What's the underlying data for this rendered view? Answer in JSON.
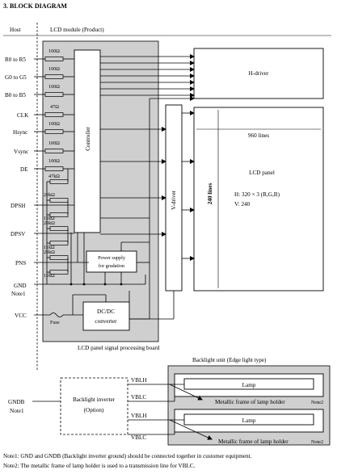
{
  "title": "3. BLOCK DIAGRAM",
  "header": {
    "host": "Host",
    "module": "LCD module (Product)"
  },
  "inputs": {
    "r": "R0 to R5",
    "g": "G0 to G5",
    "b": "B0 to B5",
    "clk": "CLK",
    "hsync": "Hsync",
    "vsync": "Vsync",
    "de": "DE",
    "dpsh": "DPSH",
    "dpsv": "DPSV",
    "pns": "PNS",
    "gnd": "GND",
    "note1": "Note1",
    "vcc": "VCC",
    "fuse": "Fuse"
  },
  "resistors": {
    "r100a": "100Ω",
    "r100b": "100Ω",
    "r100c": "100Ω",
    "r47a": "47Ω",
    "r100d": "100Ω",
    "r100e": "100Ω",
    "r100f": "100Ω",
    "r47k": "47kΩ",
    "r20ka": "20kΩ",
    "r11ka": "11kΩ",
    "r20kb": "20kΩ",
    "r11kb": "11kΩ",
    "r20kc": "20kΩ",
    "r11kc": "11kΩ"
  },
  "blocks": {
    "controller": "Controller",
    "power_line1": "Power supply",
    "power_line2": "for gradation",
    "dcdc_line1": "DC/DC",
    "dcdc_line2": "converter",
    "hdriver": "H-driver",
    "vdriver": "V-driver",
    "lines960": "960 lines",
    "lines240": "240 lines",
    "panel": "LCD panel",
    "panel_h": "H: 320 × 3 (R,G,B)",
    "panel_v": "V: 240",
    "board": "LCD panel signal processing board"
  },
  "backlight": {
    "unit": "Backlight unit (Edge light type)",
    "gndb": "GNDB",
    "note1": "Note1",
    "inverter_line1": "Backlight inverter",
    "inverter_line2": "(Option)",
    "vblh1": "VBLH",
    "vblc1": "VBLC",
    "vblh2": "VBLH",
    "vblc2": "VBLC",
    "lamp1": "Lamp",
    "lamp2": "Lamp",
    "frame1": "Metallic frame of lamp holder",
    "frame2": "Metallic frame of lamp holder",
    "note2a": "Note2",
    "note2b": "Note2"
  },
  "notes": {
    "note1": "Note1: GND and GNDB (Backlight inverter ground) should be connected together in customer equipment.",
    "note2": "Note2: The metallic frame of lamp holder is used to a transmission line for VBLC."
  }
}
